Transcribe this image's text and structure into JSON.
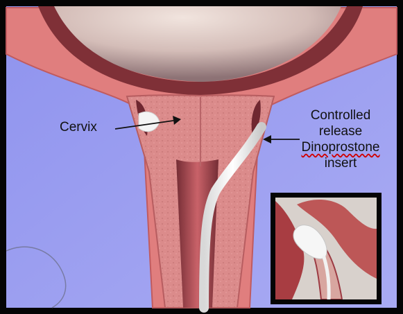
{
  "labels": {
    "cervix": "Cervix",
    "insert_line1": "Controlled",
    "insert_line2": "release",
    "insert_line3": "Dinoprostone",
    "insert_line4": "insert"
  },
  "colors": {
    "background": "#9b9ff0",
    "uterine_wall": "#e07e7e",
    "tissue": "#d88484",
    "dark_tissue": "#7e2f35",
    "insert": "#f1f1f1",
    "border": "#050505",
    "spelling_underline": "#d00000"
  }
}
